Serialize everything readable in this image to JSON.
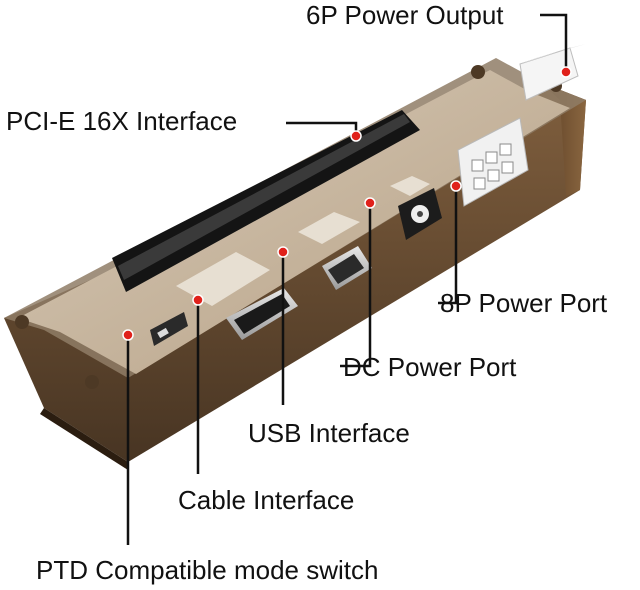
{
  "callouts": {
    "power_output_6p": "6P Power Output",
    "pcie_16x": "PCI-E 16X Interface",
    "power_port_8p": "8P Power Port",
    "dc_power_port": "DC Power Port",
    "usb_interface": "USB Interface",
    "cable_interface": "Cable Interface",
    "ptd_switch": "PTD Compatible mode switch"
  },
  "colors": {
    "leader_line": "#111111",
    "callout_dot": "#e0211b",
    "enclosure": "#6b4a2a",
    "pcb": "#c9b8a2",
    "slot": "#141414"
  }
}
